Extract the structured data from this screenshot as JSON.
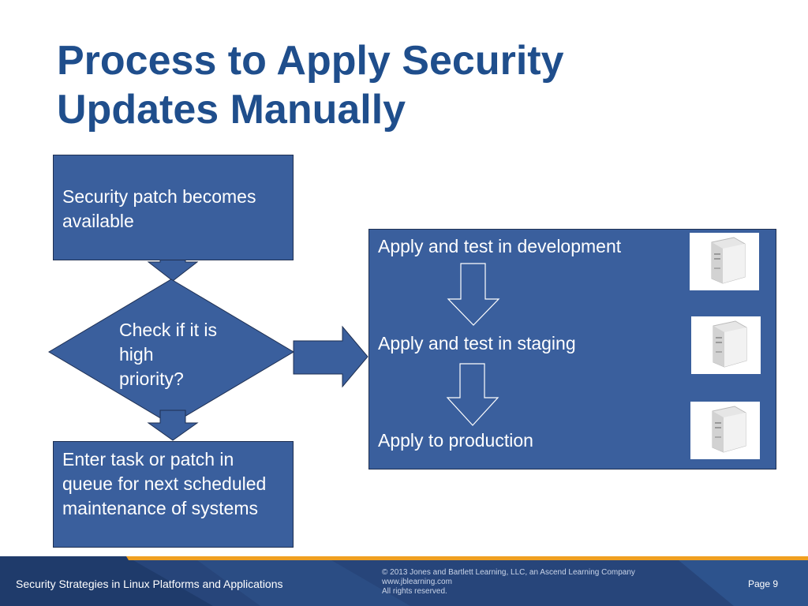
{
  "slide": {
    "title_line1": "Process to Apply Security",
    "title_line2": "Updates Manually"
  },
  "flow": {
    "start": "Security patch becomes available",
    "decision_line1": "Check if it is",
    "decision_line2": "high",
    "decision_line3": "priority?",
    "low_priority_action": "Enter task or patch in queue for next scheduled maintenance of systems",
    "steps": [
      {
        "label": "Apply and test in development",
        "icon": "server-icon"
      },
      {
        "label": "Apply and test in staging",
        "icon": "server-icon"
      },
      {
        "label": "Apply to production",
        "icon": "server-icon"
      }
    ]
  },
  "footer": {
    "course": "Security Strategies in Linux Platforms and Applications",
    "copyright": "© 2013 Jones and Bartlett Learning, LLC, an Ascend Learning Company",
    "website": "www.jblearning.com",
    "rights": "All rights reserved.",
    "page": "Page 9"
  },
  "colors": {
    "title": "#1f4e8c",
    "box_fill": "#3a5f9d",
    "footer_bg": "#27457a",
    "footer_accent": "#f0a020"
  }
}
